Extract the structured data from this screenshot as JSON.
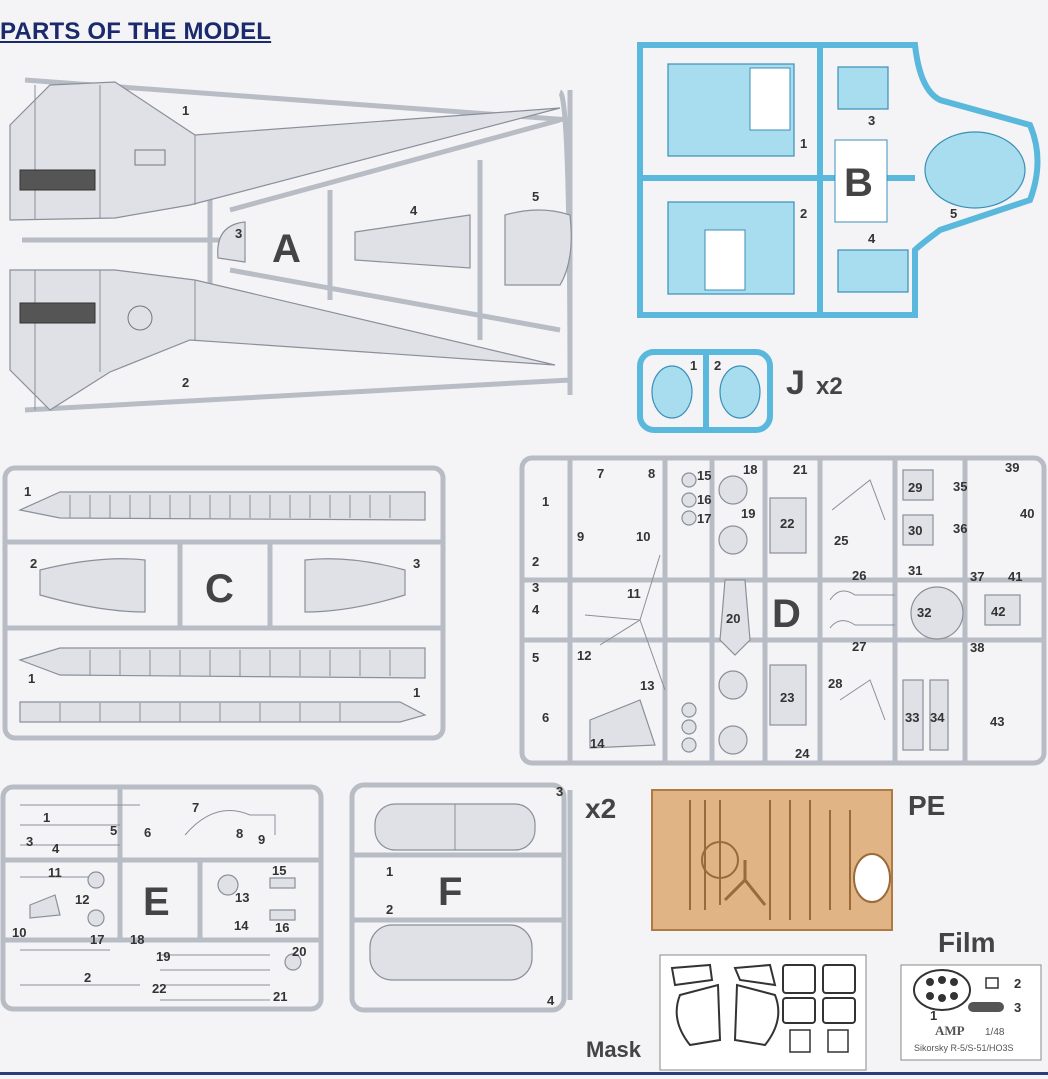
{
  "header": {
    "title": "PARTS OF THE MODEL"
  },
  "sprues": {
    "A": {
      "letter": "A",
      "parts": [
        "1",
        "2",
        "3",
        "4",
        "5"
      ]
    },
    "B": {
      "letter": "B",
      "parts": [
        "1",
        "2",
        "3",
        "4",
        "5"
      ]
    },
    "J": {
      "letter": "J",
      "multiplier": "x2",
      "parts": [
        "1",
        "2"
      ]
    },
    "C": {
      "letter": "C",
      "parts": [
        "1",
        "2",
        "3",
        "1",
        "1"
      ]
    },
    "D": {
      "letter": "D",
      "parts": [
        "1",
        "2",
        "3",
        "4",
        "5",
        "6",
        "7",
        "8",
        "9",
        "10",
        "11",
        "12",
        "13",
        "14",
        "15",
        "16",
        "17",
        "18",
        "19",
        "20",
        "21",
        "22",
        "23",
        "24",
        "25",
        "26",
        "27",
        "28",
        "29",
        "30",
        "31",
        "32",
        "33",
        "34",
        "35",
        "36",
        "37",
        "38",
        "39",
        "40",
        "41",
        "42",
        "43"
      ]
    },
    "E": {
      "letter": "E",
      "parts": [
        "1",
        "2",
        "3",
        "4",
        "5",
        "6",
        "7",
        "8",
        "9",
        "10",
        "11",
        "12",
        "13",
        "14",
        "15",
        "16",
        "17",
        "18",
        "19",
        "20",
        "21",
        "22"
      ]
    },
    "F": {
      "letter": "F",
      "multiplier": "x2",
      "parts": [
        "1",
        "2",
        "3",
        "4"
      ]
    }
  },
  "pe": {
    "label": "PE"
  },
  "mask": {
    "label": "Mask"
  },
  "film": {
    "label": "Film",
    "parts": [
      "1",
      "2",
      "3"
    ],
    "brand": "AMP",
    "scale": "1/48",
    "model": "Sikorsky R-5/S-51/HO3S"
  }
}
